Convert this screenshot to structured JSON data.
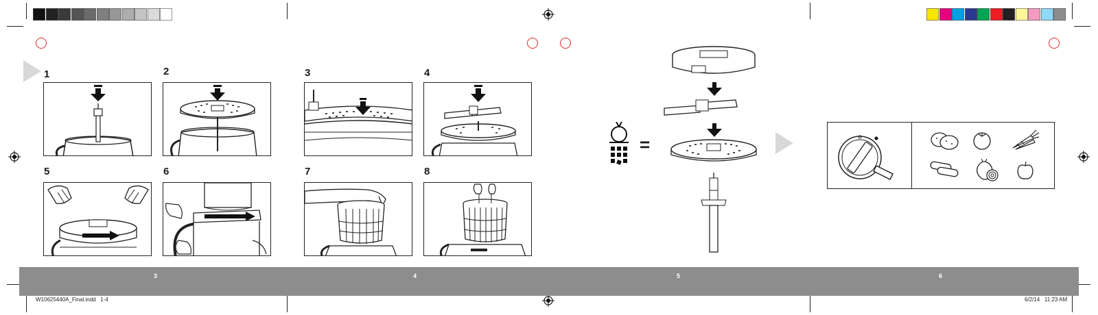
{
  "steps": [
    {
      "number": "1",
      "icon": "spindle-insert-icon"
    },
    {
      "number": "2",
      "icon": "disc-insert-icon"
    },
    {
      "number": "3",
      "icon": "disc-arrow-icon"
    },
    {
      "number": "4",
      "icon": "blade-insert-icon"
    },
    {
      "number": "5",
      "icon": "lid-twist-icon"
    },
    {
      "number": "6",
      "icon": "bowl-lock-icon"
    },
    {
      "number": "7",
      "icon": "pusher-insert-icon"
    },
    {
      "number": "8",
      "icon": "dicing-kit-assembled-icon"
    }
  ],
  "equation": {
    "symbol": "="
  },
  "pages": {
    "p3": "3",
    "p4": "4",
    "p5": "5",
    "p6": "6"
  },
  "slug": {
    "file": "W10625440A_Final.indd   1-4",
    "date": "6/2/14   11:23 AM"
  },
  "colors": {
    "footer_band": "#8d8d8d",
    "registration": "#e02b2b",
    "arrow_triangle": "#d8d8d8",
    "grayscale_bar": [
      "#111111",
      "#222222",
      "#3a3a3a",
      "#555555",
      "#6b6b6b",
      "#808080",
      "#979797",
      "#adadad",
      "#c4c4c4",
      "#dbdbdb",
      "#ffffff"
    ],
    "color_bar": [
      "#f5e500",
      "#e6007e",
      "#00a0e3",
      "#2b3990",
      "#00a651",
      "#ed1c24",
      "#231f20",
      "#fff799",
      "#f49ac1",
      "#8ed8f8",
      "#8c8c8c"
    ]
  },
  "food_icons": [
    "potato-icon",
    "tomato-icon",
    "carrot-icon",
    "cucumber-icon",
    "onion-icon",
    "apple-icon"
  ]
}
